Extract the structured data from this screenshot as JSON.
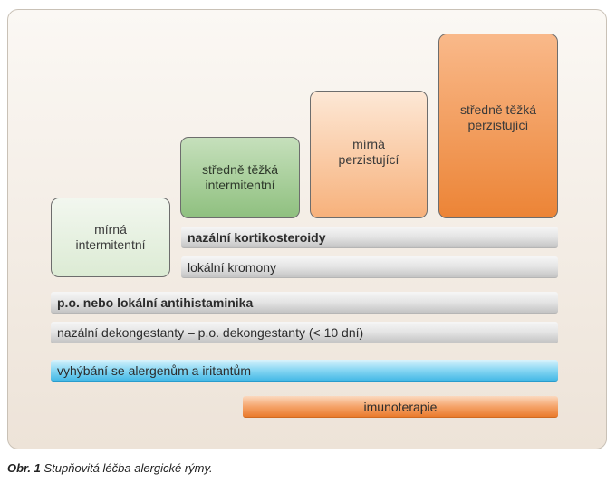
{
  "severity_boxes": [
    {
      "label": "mírná\nintermitentní"
    },
    {
      "label": "středně těžká\nintermitentní"
    },
    {
      "label": "mírná\nperzistující"
    },
    {
      "label": "středně těžká\nperzistující"
    }
  ],
  "treatments": [
    {
      "label": "nazální kortikosteroidy"
    },
    {
      "label": "lokální kromony"
    },
    {
      "label": "p.o. nebo lokální antihistaminika"
    },
    {
      "label": "nazální dekongestanty – p.o. dekongestanty (< 10 dní)"
    },
    {
      "label": "vyhýbání se alergenům a iritantům"
    },
    {
      "label": "imunoterapie"
    }
  ],
  "caption": {
    "number": "Obr. 1",
    "text": "Stupňovitá léčba alergické rýmy."
  },
  "colors": {
    "green_light": "#dcebd4",
    "green_dark": "#8fc07f",
    "orange_light": "#f7b17b",
    "orange_dark": "#ec8436",
    "blue": "#45b9e6",
    "gray": "#e4e4e4"
  }
}
